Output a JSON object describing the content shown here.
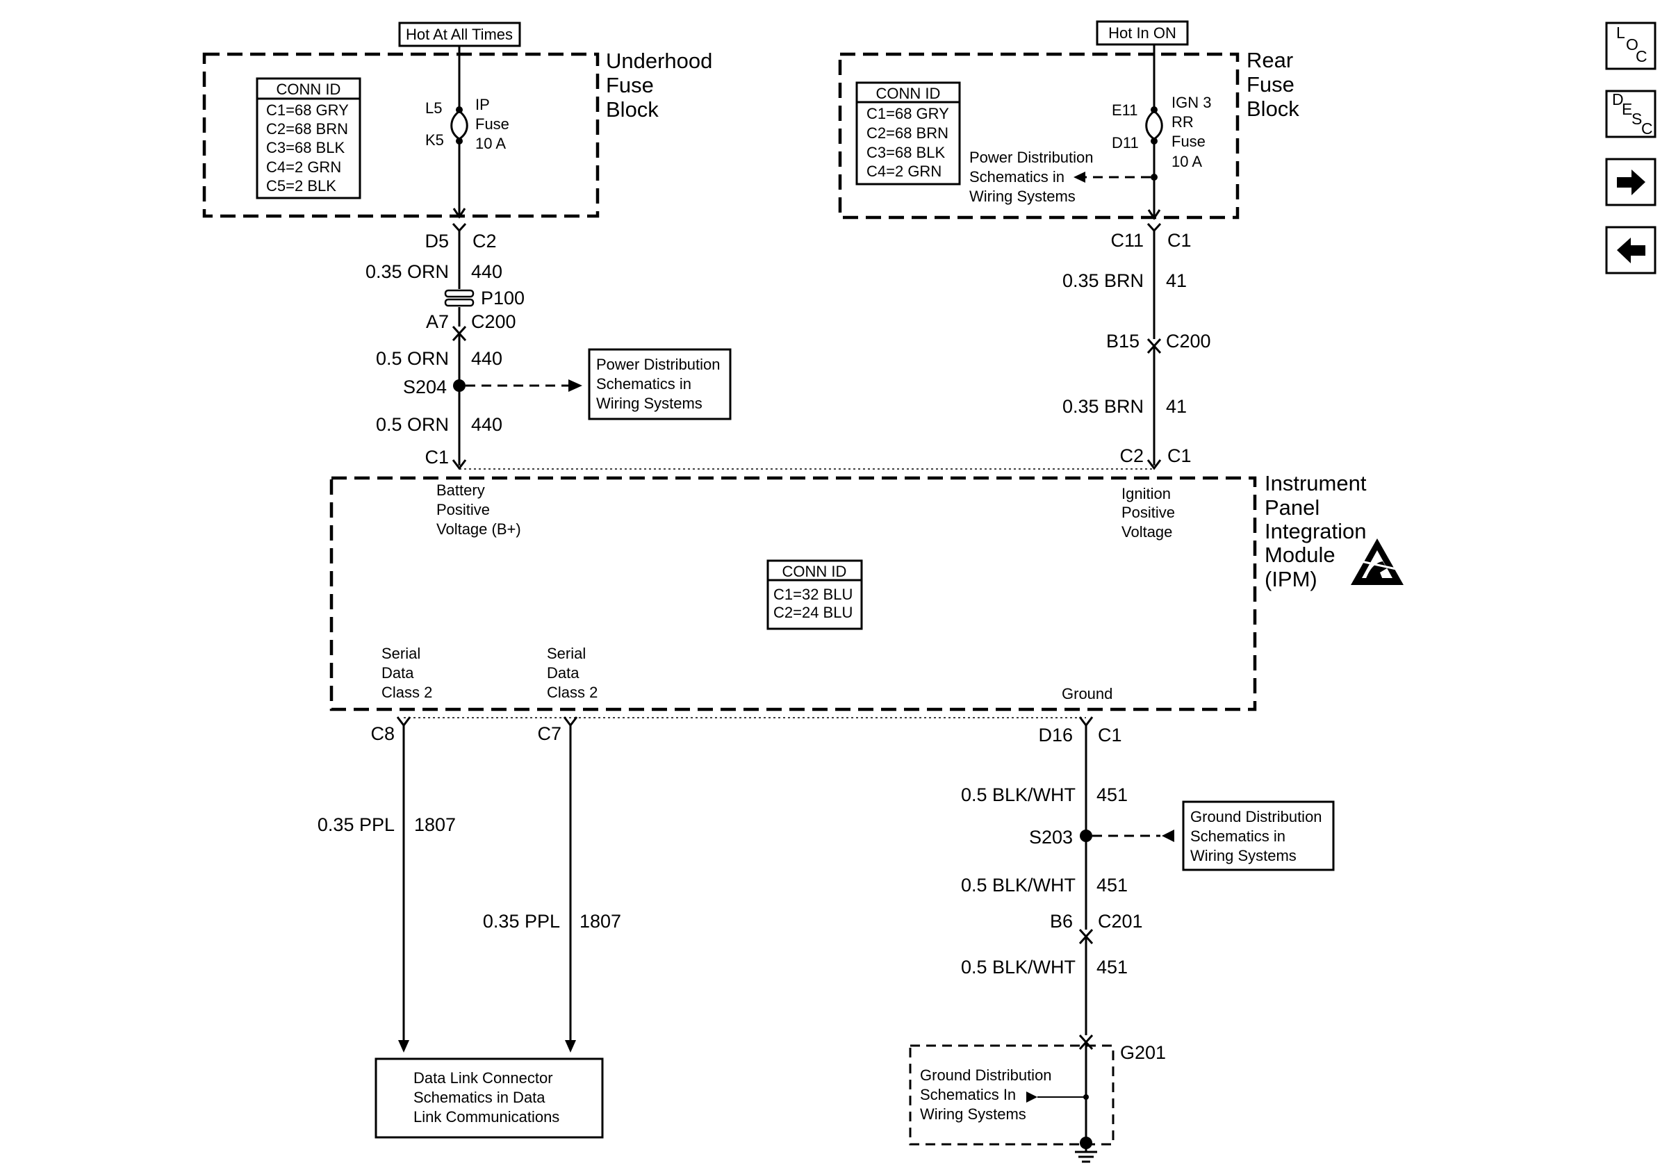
{
  "sources": {
    "hot_at_all_times": "Hot At All Times",
    "hot_in_on": "Hot In ON"
  },
  "underhood_fuse_block": {
    "title_lines": [
      "Underhood",
      "Fuse",
      "Block"
    ],
    "conn_id_header": "CONN ID",
    "conn_ids": [
      "C1=68 GRY",
      "C2=68 BRN",
      "C3=68 BLK",
      "C4=2 GRN",
      "C5=2 BLK"
    ],
    "fuse_pin_in": "L5",
    "fuse_pin_out": "K5",
    "fuse_lines": [
      "IP",
      "Fuse",
      "10 A"
    ]
  },
  "rear_fuse_block": {
    "title_lines": [
      "Rear",
      "Fuse",
      "Block"
    ],
    "conn_id_header": "CONN ID",
    "conn_ids": [
      "C1=68 GRY",
      "C2=68 BRN",
      "C3=68 BLK",
      "C4=2 GRN"
    ],
    "fuse_pin_in": "E11",
    "fuse_pin_out": "D11",
    "fuse_lines": [
      "IGN 3",
      "RR",
      "Fuse",
      "10 A"
    ],
    "ref_lines": [
      "Power Distribution",
      "Schematics in",
      "Wiring Systems"
    ]
  },
  "left_circuit": {
    "conn1_pin": "D5",
    "conn1_id": "C2",
    "wire1": "0.35 ORN",
    "circuit1": "440",
    "splice_p100": "P100",
    "conn2_pin": "A7",
    "conn2_id": "C200",
    "wire2": "0.5 ORN",
    "circuit2": "440",
    "splice_s204": "S204",
    "ref_lines": [
      "Power Distribution",
      "Schematics in",
      "Wiring Systems"
    ],
    "wire3": "0.5 ORN",
    "circuit3": "440",
    "ipm_pin": "C1"
  },
  "right_circuit": {
    "conn1_pin": "C11",
    "conn1_id": "C1",
    "wire1": "0.35 BRN",
    "circuit1": "41",
    "conn2_pin": "B15",
    "conn2_id": "C200",
    "wire2": "0.35 BRN",
    "circuit2": "41",
    "ipm_pin": "C2",
    "ipm_conn": "C1"
  },
  "ipm": {
    "title_lines": [
      "Instrument",
      "Panel",
      "Integration",
      "Module",
      "(IPM)"
    ],
    "conn_id_header": "CONN ID",
    "conn_ids": [
      "C1=32 BLU",
      "C2=24 BLU"
    ],
    "battery_lines": [
      "Battery",
      "Positive",
      "Voltage (B+)"
    ],
    "ignition_lines": [
      "Ignition",
      "Positive",
      "Voltage"
    ],
    "serial1_lines": [
      "Serial",
      "Data",
      "Class 2"
    ],
    "serial2_lines": [
      "Serial",
      "Data",
      "Class 2"
    ],
    "ground_label": "Ground",
    "esd_symbol": "esd-warning-icon"
  },
  "serial_circuits": {
    "pin_a": "C8",
    "pin_b": "C7",
    "wire_a": "0.35 PPL",
    "circuit_a": "1807",
    "wire_b": "0.35 PPL",
    "circuit_b": "1807",
    "dlc_lines": [
      "Data Link Connector",
      "Schematics in Data",
      "Link Communications"
    ]
  },
  "ground_circuit": {
    "conn_pin": "D16",
    "conn_id": "C1",
    "wire1": "0.5 BLK/WHT",
    "circuit1": "451",
    "splice_s203": "S203",
    "ref_lines": [
      "Ground Distribution",
      "Schematics in",
      "Wiring Systems"
    ],
    "wire2": "0.5 BLK/WHT",
    "circuit2": "451",
    "conn2_pin": "B6",
    "conn2_id": "C201",
    "wire3": "0.5 BLK/WHT",
    "circuit3": "451",
    "ground_id": "G201",
    "ground_ref_lines": [
      "Ground Distribution",
      "Schematics In",
      "Wiring Systems"
    ]
  },
  "nav": {
    "loc": [
      "L",
      "O",
      "C"
    ],
    "desc": [
      "D",
      "E",
      "S",
      "C"
    ],
    "next_icon": "right-arrow-icon",
    "prev_icon": "left-arrow-icon"
  }
}
